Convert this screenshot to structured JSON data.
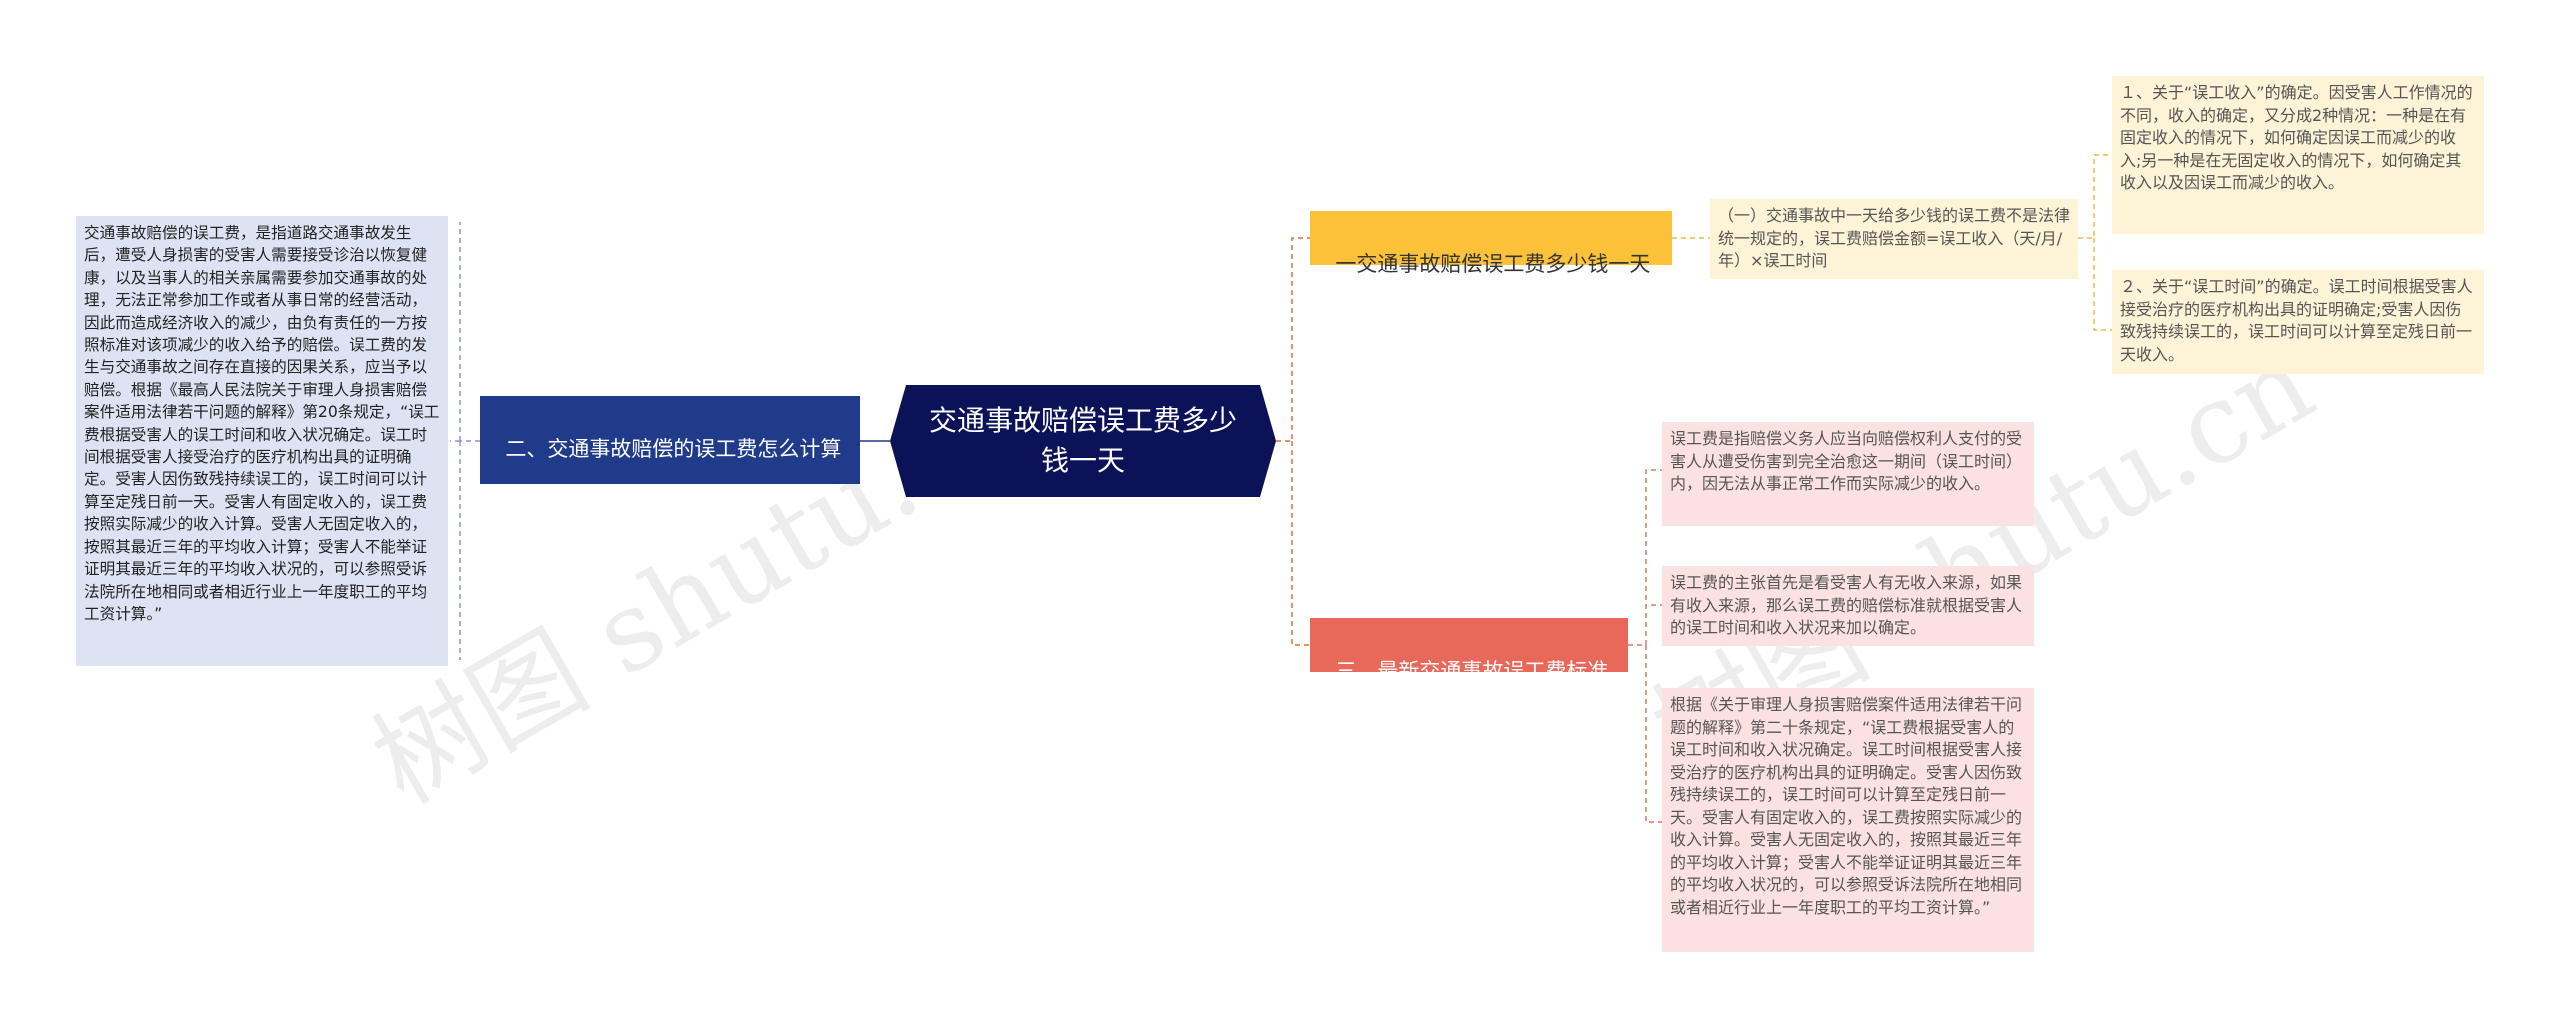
{
  "root": {
    "title": "交通事故赔偿误工费多少钱一天"
  },
  "left_branch": {
    "label": "二、交通事故赔偿的误工费怎么计算",
    "leaf": "交通事故赔偿的误工费，是指道路交通事故发生后，遭受人身损害的受害人需要接受诊治以恢复健康，以及当事人的相关亲属需要参加交通事故的处理，无法正常参加工作或者从事日常的经营活动，因此而造成经济收入的减少，由负有责任的一方按照标准对该项减少的收入给予的赔偿。误工费的发生与交通事故之间存在直接的因果关系，应当予以赔偿。根据《最高人民法院关于审理人身损害赔偿案件适用法律若干问题的解释》第20条规定，“误工费根据受害人的误工时间和收入状况确定。误工时间根据受害人接受治疗的医疗机构出具的证明确定。受害人因伤致残持续误工的，误工时间可以计算至定残日前一天。受害人有固定收入的，误工费按照实际减少的收入计算。受害人无固定收入的，按照其最近三年的平均收入计算；受害人不能举证证明其最近三年的平均收入状况的，可以参照受诉法院所在地相同或者相近行业上一年度职工的平均工资计算。”"
  },
  "right_top": {
    "label": "一交通事故赔偿误工费多少钱一天",
    "mid": "（一）交通事故中一天给多少钱的误工费不是法律统一规定的，误工费赔偿金额=误工收入（天/月/年）×误工时间",
    "leaves": [
      "１、关于“误工收入”的确定。因受害人工作情况的不同，收入的确定，又分成2种情况：一种是在有固定收入的情况下，如何确定因误工而减少的收入;另一种是在无固定收入的情况下，如何确定其收入以及因误工而减少的收入。",
      "２、关于“误工时间”的确定。误工时间根据受害人接受治疗的医疗机构出具的证明确定;受害人因伤致残持续误工的，误工时间可以计算至定残日前一天收入。"
    ]
  },
  "right_bottom": {
    "label": "三、最新交通事故误工费标准",
    "leaves": [
      "误工费是指赔偿义务人应当向赔偿权利人支付的受害人从遭受伤害到完全治愈这一期间（误工时间）内，因无法从事正常工作而实际减少的收入。",
      "误工费的主张首先是看受害人有无收入来源，如果有收入来源，那么误工费的赔偿标准就根据受害人的误工时间和收入状况来加以确定。",
      "根据《关于审理人身损害赔偿案件适用法律若干问题的解释》第二十条规定，“误工费根据受害人的误工时间和收入状况确定。误工时间根据受害人接受治疗的医疗机构出具的证明确定。受害人因伤致残持续误工的，误工时间可以计算至定残日前一天。受害人有固定收入的，误工费按照实际减少的收入计算。受害人无固定收入的，按照其最近三年的平均收入计算；受害人不能举证证明其最近三年的平均收入状况的，可以参照受诉法院所在地相同或者相近行业上一年度职工的平均工资计算。”"
    ]
  },
  "watermarks": [
    "树图 shutu.cn",
    "树图 shutu.cn"
  ],
  "colors": {
    "root": "#0b1258",
    "left_branch": "#1f3b8a",
    "right_top_branch": "#fbc239",
    "right_bottom_branch": "#e8685a"
  }
}
